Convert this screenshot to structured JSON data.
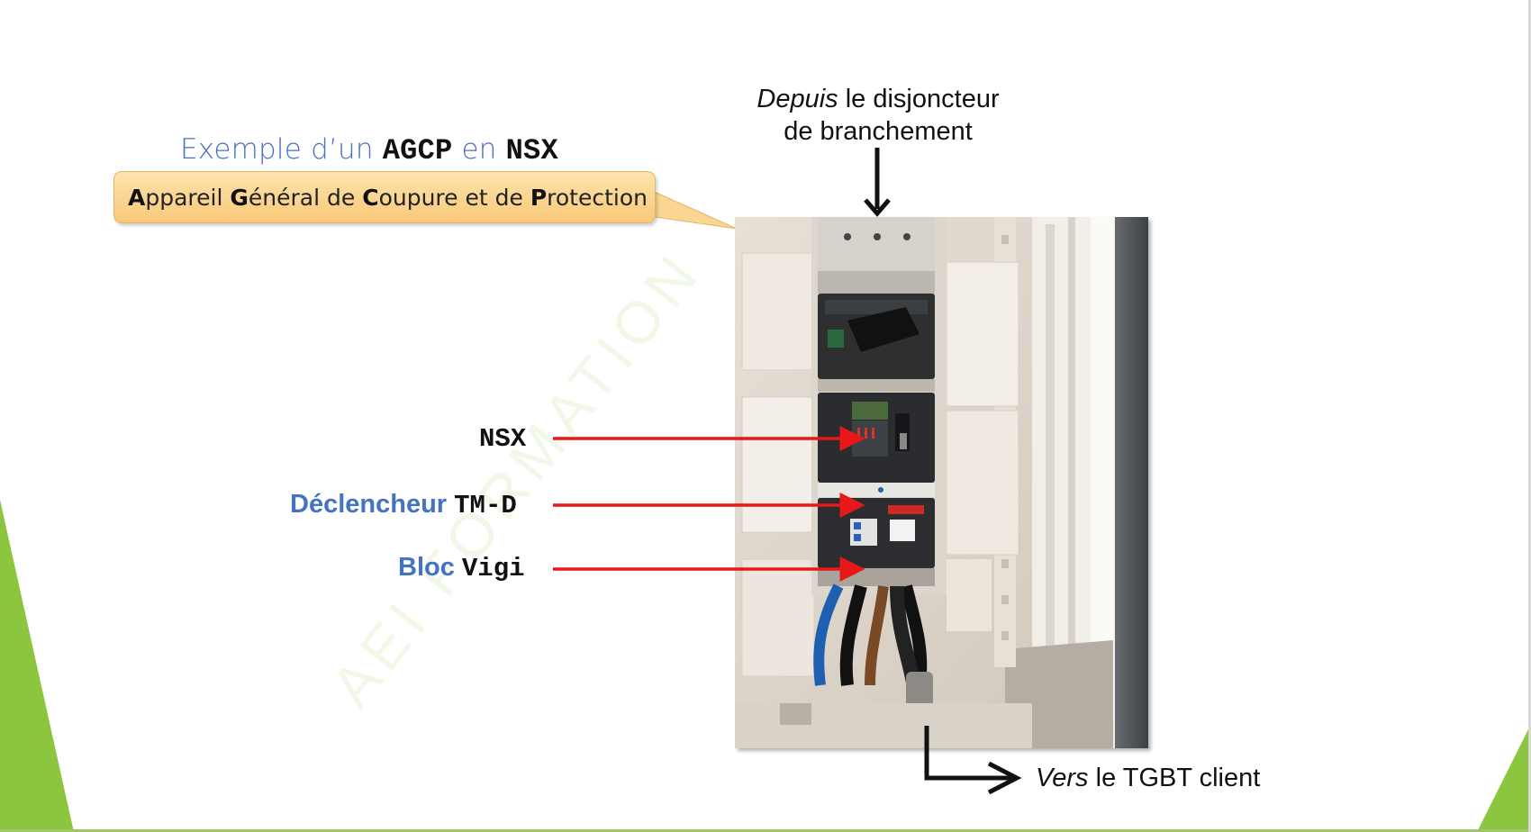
{
  "title": {
    "prefix": "Exemple d’un",
    "agcp": "AGCP",
    "middle": "en",
    "nsx": "NSX"
  },
  "callout": {
    "a": "A",
    "a_rest": "ppareil",
    "g": "G",
    "g_rest": "énéral de",
    "c": "C",
    "c_rest": "oupure et de",
    "p": "P",
    "p_rest": "rotection"
  },
  "source": {
    "italic": "Depuis",
    "line1_rest": "le disjoncteur",
    "line2": "de branchement"
  },
  "destination": {
    "italic": "Vers",
    "rest": "le TGBT client"
  },
  "labels": {
    "nsx": "NSX",
    "declencheur": "Déclencheur",
    "tmd": "TM-D",
    "bloc": "Bloc",
    "vigi": "Vigi"
  },
  "watermark": "AEI FORMATION",
  "colors": {
    "title_blue": "#4a6fbf",
    "label_blue": "#4472c4",
    "arrow_red": "#e81818",
    "callout_fill": "#fbd592",
    "accent_green": "#8cc63f"
  }
}
